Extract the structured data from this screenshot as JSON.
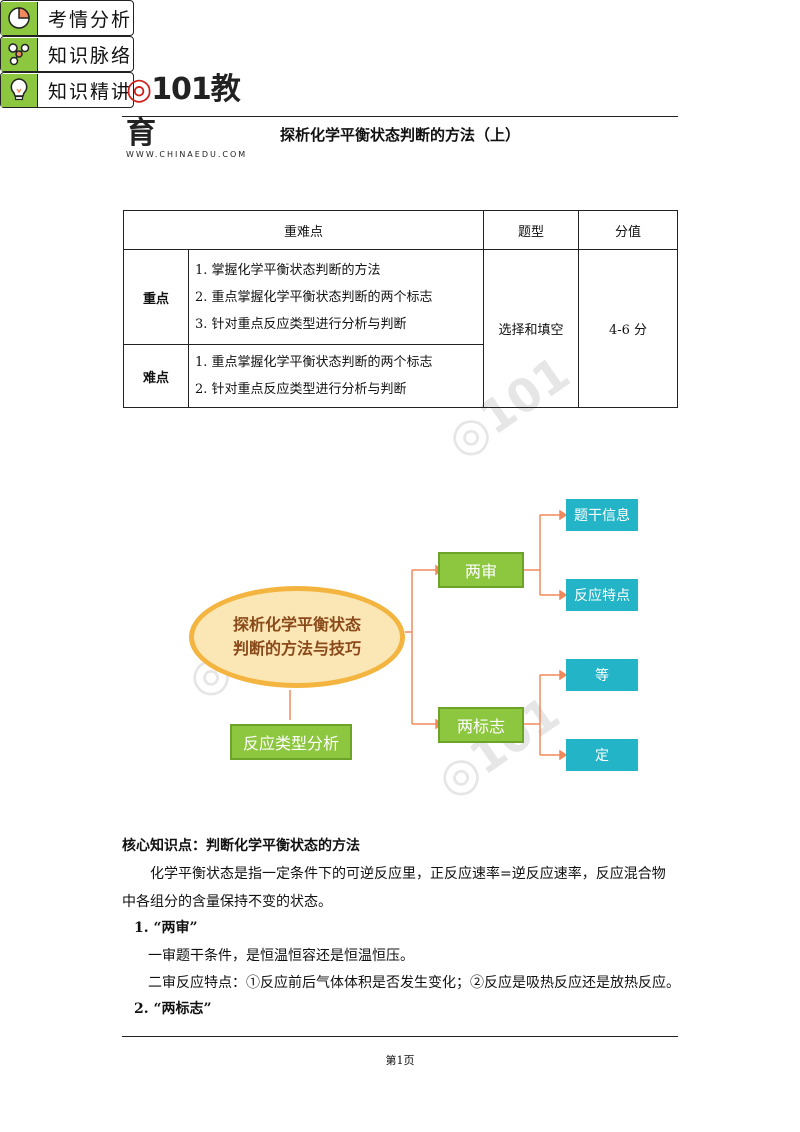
{
  "header": {
    "logo_text_red": "◎",
    "logo_text": "101教育",
    "logo_sub": "WWW.CHINAEDU.COM"
  },
  "title": "探析化学平衡状态判断的方法（上）",
  "sections": {
    "s1": "考情分析",
    "s2": "知识脉络",
    "s3": "知识精讲"
  },
  "table": {
    "headers": [
      "重难点",
      "题型",
      "分值"
    ],
    "rows": [
      {
        "label": "重点",
        "items": [
          "1. 掌握化学平衡状态判断的方法",
          "2. 重点掌握化学平衡状态判断的两个标志",
          "3. 针对重点反应类型进行分析与判断"
        ]
      },
      {
        "label": "难点",
        "items": [
          "1. 重点掌握化学平衡状态判断的两个标志",
          "2. 针对重点反应类型进行分析与判断"
        ]
      }
    ],
    "type": "选择和填空",
    "score": "4-6 分"
  },
  "mindmap": {
    "center_line1": "探析化学平衡状态",
    "center_line2": "判断的方法与技巧",
    "branch1": "两审",
    "branch1_leaf1": "题干信息",
    "branch1_leaf2": "反应特点",
    "branch2": "两标志",
    "branch2_leaf1": "等",
    "branch2_leaf2": "定",
    "bottom": "反应类型分析"
  },
  "content": {
    "heading": "核心知识点：判断化学平衡状态的方法",
    "para1_line1": "化学平衡状态是指一定条件下的可逆反应里，正反应速率=逆反应速率，反应混合物",
    "para1_line2": "中各组分的含量保持不变的状态。",
    "h1": "1. “两审”",
    "l1": "一审题干条件，是恒温恒容还是恒温恒压。",
    "l2": "二审反应特点：①反应前后气体体积是否发生变化；②反应是吸热反应还是放热反应。",
    "h2": "2. “两标志”"
  },
  "footer": "第1页",
  "colors": {
    "green": "#8dc63f",
    "teal": "#23b5c7",
    "orange_line": "#f08a5d",
    "oval_border": "#f3b53f"
  }
}
